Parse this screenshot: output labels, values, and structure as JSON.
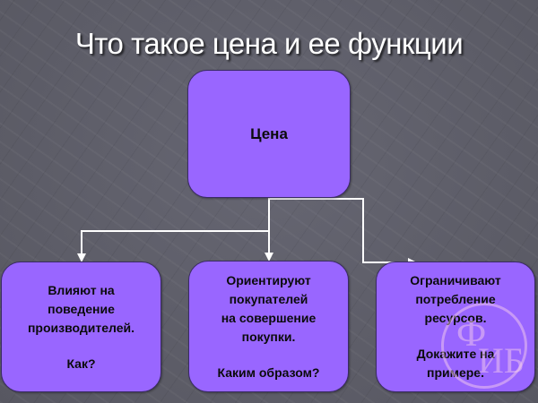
{
  "title": "Что такое цена и ее функции",
  "root": {
    "label": "Цена"
  },
  "functions": [
    {
      "lines": [
        "Влияют на",
        "поведение",
        "производителей."
      ],
      "question": "Как?"
    },
    {
      "lines": [
        "Ориентируют",
        "покупателей",
        "на совершение",
        "покупки."
      ],
      "question": "Каким образом?"
    },
    {
      "lines": [
        "Ограничивают",
        "потребление",
        "ресурсов."
      ],
      "question_lines": [
        "Докажите на",
        "примере."
      ]
    }
  ],
  "watermark": {
    "letter_top": "Ф",
    "letters_bottom": "ИБ"
  },
  "colors": {
    "background": "#5e5e69",
    "box_fill": "#9966ff",
    "connector": "#ffffff",
    "title": "#ffffff"
  }
}
